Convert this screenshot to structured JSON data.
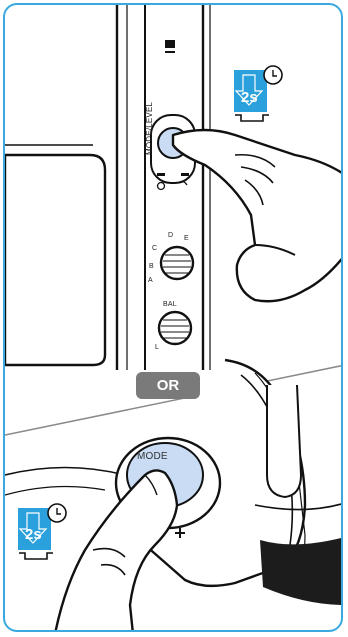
{
  "separator": {
    "label": "OR"
  },
  "timer_top": {
    "duration": "2s"
  },
  "timer_bottom": {
    "duration": "2s"
  },
  "device_top": {
    "button_label": "MODE/LEVEL",
    "dial_upper_letters": [
      "A",
      "B",
      "C",
      "D",
      "E"
    ],
    "dial_lower_label": "BAL",
    "dial_lower_letters": [
      "L"
    ]
  },
  "device_bottom": {
    "button_label": "MODE"
  },
  "colors": {
    "accent_blue": "#2aa0dc",
    "button_blue": "#c9dcf3",
    "frame": "#3aa9df",
    "badge": "#7a7a7a"
  }
}
